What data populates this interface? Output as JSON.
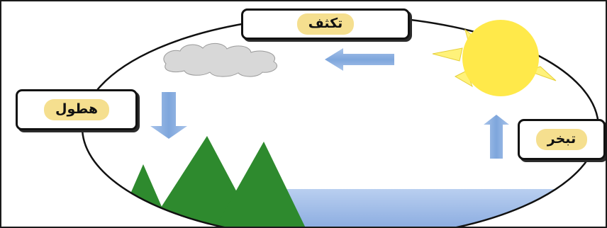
{
  "labels": {
    "condensation": "تكثف",
    "precipitation": "هطول",
    "evaporation": "تبخر"
  },
  "icons": {
    "sun": "sun-icon",
    "cloud": "cloud-icon",
    "mountains": "mountains-icon",
    "water": "water-icon"
  },
  "colors": {
    "sun": "#ffe94a",
    "sun_rays": "#fff27a",
    "cloud": "#d9d9d9",
    "arrow": "#7ea6dc",
    "mountain": "#2e8a2e",
    "water": "#9fbde8",
    "label_highlight": "#f5df8f"
  }
}
